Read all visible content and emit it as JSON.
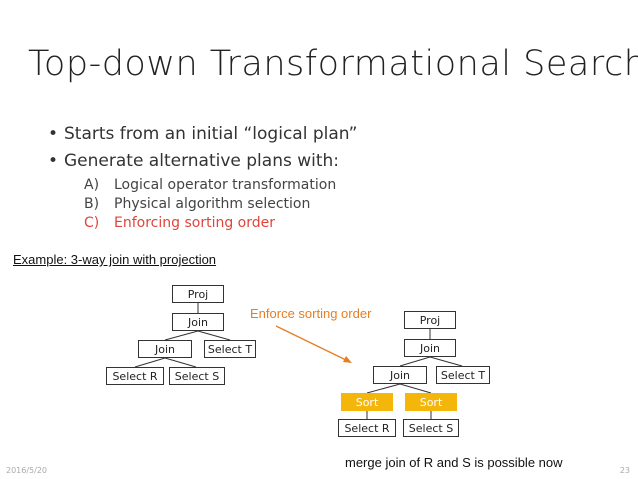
{
  "slide": {
    "title": "Top-down Transformational Search",
    "bullets": [
      "Starts from an initial “logical plan”",
      "Generate alternative plans with:"
    ],
    "bullet_glyph": "•",
    "subitems": [
      {
        "label": "A)",
        "text": "Logical operator transformation"
      },
      {
        "label": "B)",
        "text": "Physical algorithm selection"
      },
      {
        "label": "C)",
        "text": "Enforcing sorting order"
      }
    ],
    "example": "Example: 3-way join with projection",
    "left_tree": {
      "proj": "Proj",
      "join_top": "Join",
      "join_inner": "Join",
      "select_t": "Select T",
      "select_r": "Select R",
      "select_s": "Select S"
    },
    "right_tree": {
      "proj": "Proj",
      "join_top": "Join",
      "join_inner": "Join",
      "select_t": "Select T",
      "sort_1": "Sort",
      "sort_2": "Sort",
      "select_r": "Select R",
      "select_s": "Select S"
    },
    "enforce_note": "Enforce sorting order",
    "merge_note": "merge join of R and S is possible now",
    "footer_date": "2016/5/20",
    "page_number": "23",
    "colors": {
      "highlight_red": "#e0443c",
      "sort_fill": "#f5b60c",
      "note_orange": "#e67e22"
    }
  }
}
